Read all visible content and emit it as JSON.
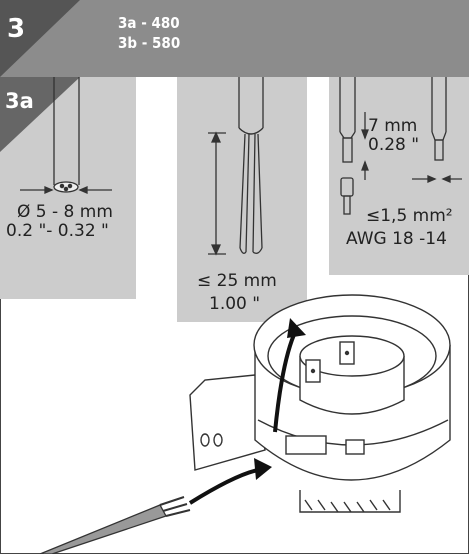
{
  "header": {
    "step_number": "3",
    "model_a": "3a - 480",
    "model_b": "3b - 580",
    "background": "#8c8c8c"
  },
  "section": {
    "label": "3a"
  },
  "panel_cable": {
    "dia_mm": "Ø 5 - 8 mm",
    "dia_in": "0.2 \"- 0.32 \""
  },
  "panel_strip": {
    "len_mm": "≤ 25 mm",
    "len_in": "1.00 \""
  },
  "panel_wire": {
    "strip_mm": "7 mm",
    "strip_in": "0.28 \"",
    "section_mm": "≤1,5 mm²",
    "awg": "AWG 18 -14"
  },
  "colors": {
    "panel_grey": "#cccccc",
    "header_grey": "#8c8c8c",
    "line": "#333333"
  }
}
